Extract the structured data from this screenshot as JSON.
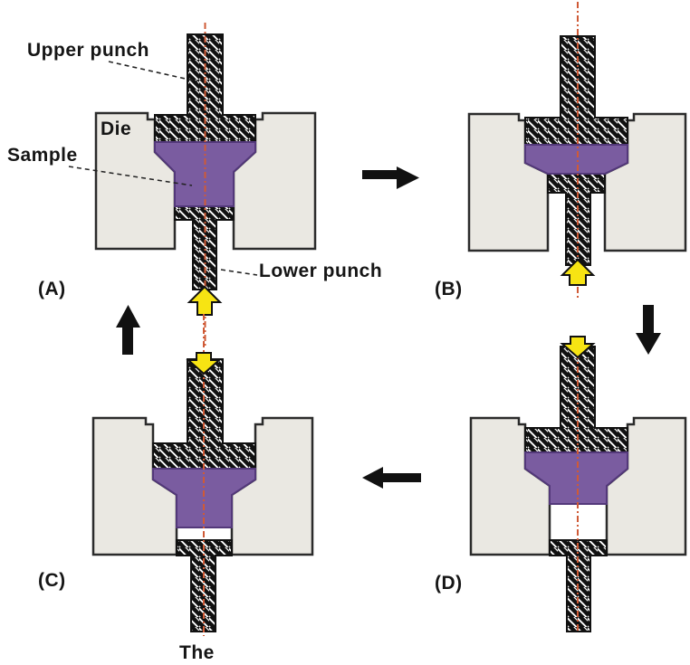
{
  "palette": {
    "sample_fill": "#7a5ca0",
    "sample_border": "#53387a",
    "die_fill": "#eae8e2",
    "centerline": "#cf5a36",
    "press_arrow_fill": "#f7e413",
    "outline": "#1a1a1a"
  },
  "labels": {
    "upper_punch": "Upper punch",
    "die": "Die",
    "sample": "Sample",
    "lower_punch": "Lower punch"
  },
  "stages": [
    {
      "id": "A",
      "label": "(A)"
    },
    {
      "id": "B",
      "label": "(B)"
    },
    {
      "id": "C",
      "label": "(C)"
    },
    {
      "id": "D",
      "label": "(D)"
    }
  ],
  "caption": "The"
}
